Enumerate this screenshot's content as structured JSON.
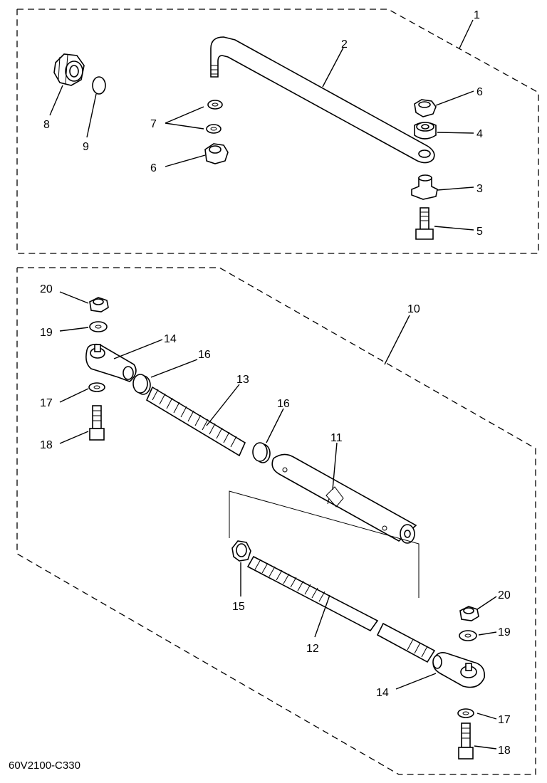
{
  "diagram_code": "60V2100-C330",
  "callouts": {
    "c1": "1",
    "c2": "2",
    "c3": "3",
    "c4": "4",
    "c5": "5",
    "c6a": "6",
    "c6b": "6",
    "c7": "7",
    "c8": "8",
    "c9": "9",
    "c10": "10",
    "c11": "11",
    "c12": "12",
    "c13": "13",
    "c14a": "14",
    "c14b": "14",
    "c15": "15",
    "c16a": "16",
    "c16b": "16",
    "c17a": "17",
    "c17b": "17",
    "c18a": "18",
    "c18b": "18",
    "c19a": "19",
    "c19b": "19",
    "c20a": "20",
    "c20b": "20"
  }
}
